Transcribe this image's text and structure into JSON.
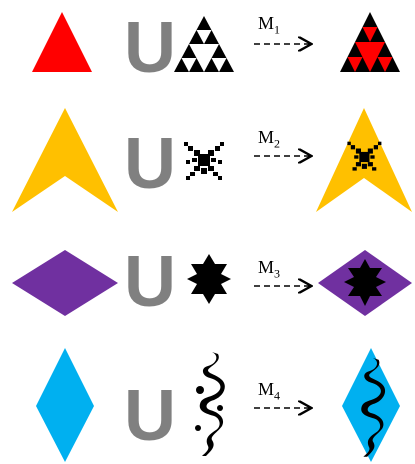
{
  "union_symbol": "U",
  "colors": {
    "red": "#ff0000",
    "yellow": "#ffc000",
    "purple": "#7030a0",
    "blue": "#00b0f0",
    "black": "#000000",
    "gray": "#808080"
  },
  "rows": [
    {
      "map_letter": "M",
      "map_index": "1",
      "base_shape": "red-triangle",
      "fractal": "sierpinski-triangle"
    },
    {
      "map_letter": "M",
      "map_index": "2",
      "base_shape": "yellow-chevron",
      "fractal": "crab-like-fractal"
    },
    {
      "map_letter": "M",
      "map_index": "3",
      "base_shape": "purple-rhombus",
      "fractal": "koch-snowflake"
    },
    {
      "map_letter": "M",
      "map_index": "4",
      "base_shape": "blue-rhombus",
      "fractal": "dragon-curve"
    }
  ]
}
